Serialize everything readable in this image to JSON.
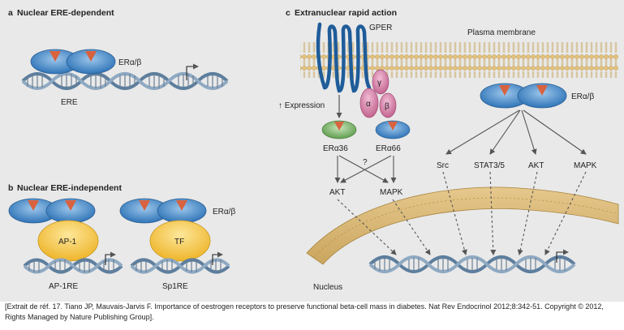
{
  "panel_a": {
    "letter": "a",
    "title": "Nuclear ERE-dependent",
    "receptor_label": "ERα/β",
    "element_label": "ERE"
  },
  "panel_b": {
    "letter": "b",
    "title": "Nuclear ERE-independent",
    "receptor_label": "ERα/β",
    "factor1": "AP-1",
    "element1": "AP-1RE",
    "factor2": "TF",
    "element2": "Sp1RE"
  },
  "panel_c": {
    "letter": "c",
    "title": "Extranuclear rapid action",
    "gper": "GPER",
    "membrane": "Plasma membrane",
    "g_gamma": "γ",
    "g_alpha": "α",
    "g_beta": "β",
    "expression": "↑ Expression",
    "er36": "ERα36",
    "er66": "ERα66",
    "question": "?",
    "akt_left": "AKT",
    "mapk_left": "MAPK",
    "receptor_label": "ERα/β",
    "targets": [
      "Src",
      "STAT3/5",
      "AKT",
      "MAPK"
    ],
    "nucleus": "Nucleus"
  },
  "colors": {
    "receptor_blue": "#3f86c6",
    "triangle": "#d9623f",
    "ap1_yellow": "#f4c338",
    "gprotein_pink": "#d27fa8",
    "er36_green": "#7cb76a",
    "membrane_tan": "#e7c887",
    "dna_blue": "#6a89a8"
  },
  "caption": "[Extrait de réf. 17. Tiano JP, Mauvais-Jarvis F. Importance of oestrogen receptors to preserve functional beta-cell mass in diabetes. Nat Rev Endocrinol 2012;8:342-51. Copyright © 2012, Rights Managed by Nature Publishing Group]."
}
